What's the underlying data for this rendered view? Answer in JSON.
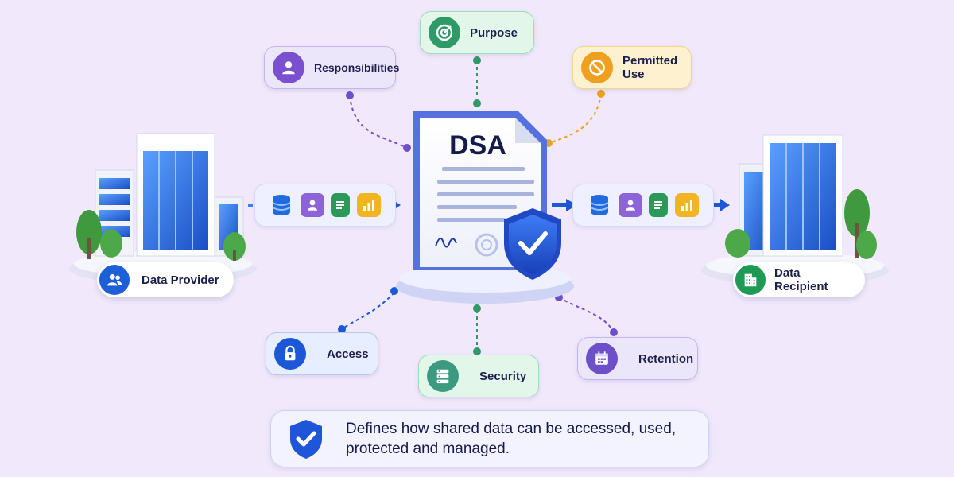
{
  "center": {
    "title": "DSA"
  },
  "provider": {
    "label": "Data Provider"
  },
  "recipient": {
    "label": "Data Recipient"
  },
  "attributes": {
    "purpose": "Purpose",
    "responsibilities": "Responsibilities",
    "permitted_use": "Permitted\nUse",
    "access": "Access",
    "security": "Security",
    "retention": "Retention"
  },
  "summary": {
    "text": "Defines how shared data can be accessed, used,\nprotected and managed."
  },
  "colors": {
    "background": "#f1e9fb",
    "purpose": "#2e9a67",
    "responsibilities": "#7a4fd0",
    "permitted_use": "#f0a020",
    "access": "#1b57d6",
    "security": "#3c9a80",
    "retention": "#6d4fc9",
    "provider": "#1c5fd8",
    "recipient": "#1f9a55"
  },
  "icons": {
    "purpose": "target-icon",
    "responsibilities": "user-icon",
    "permitted_use": "prohibited-icon",
    "access": "lock-icon",
    "security": "server-icon",
    "retention": "calendar-icon",
    "provider": "users-icon",
    "recipient": "building-icon",
    "summary": "shield-check-icon"
  }
}
